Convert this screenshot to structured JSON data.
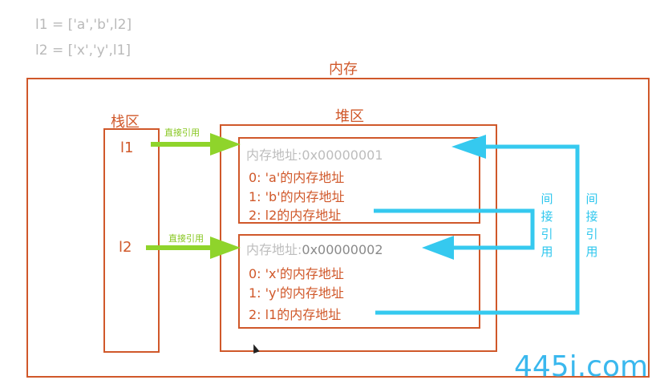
{
  "code": {
    "line1": "l1 = ['a','b',l2]",
    "line2": "l2 = ['x','y',l1]"
  },
  "labels": {
    "memory": "内存",
    "stack": "栈区",
    "heap": "堆区",
    "direct_ref": "直接引用",
    "indirect_ref_chars": [
      "间",
      "接",
      "引",
      "用"
    ]
  },
  "stack": {
    "vars": [
      "l1",
      "l2"
    ]
  },
  "heap": {
    "objects": [
      {
        "addr_label": "内存地址:",
        "addr_value": "0x00000001",
        "items": [
          "0: 'a'的内存地址",
          "1: 'b'的内存地址",
          "2: l2的内存地址"
        ]
      },
      {
        "addr_label": "内存地址:",
        "addr_value": "0x00000002",
        "items": [
          "0: 'x'的内存地址",
          "1: 'y'的内存地址",
          "2: l1的内存地址"
        ]
      }
    ]
  },
  "colors": {
    "box": "#d0582a",
    "direct_arrow": "#8fd42b",
    "indirect_arrow": "#35c9ef"
  },
  "watermark": "445i.com"
}
